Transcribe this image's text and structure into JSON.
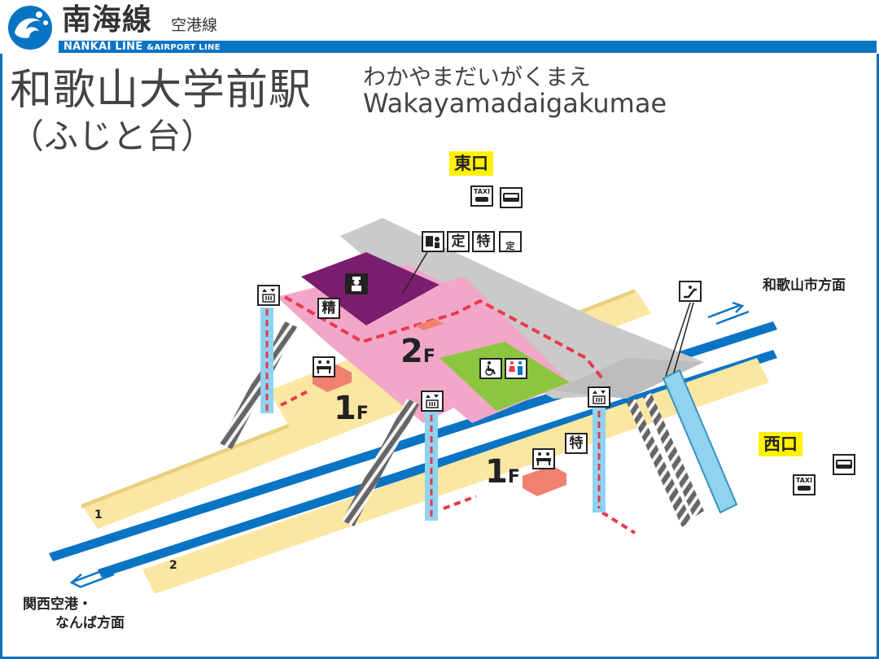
{
  "header": {
    "line_name": "南海線",
    "line_sub": "空港線",
    "line_en_main": "NANKAI LINE",
    "line_en_small": "&AIRPORT LINE"
  },
  "station": {
    "name_jp": "和歌山大学前駅",
    "name_sub": "（ふじと台）",
    "name_kana": "わかやまだいがくまえ",
    "name_en": "Wakayamadaigakumae"
  },
  "exits": {
    "east": "東口",
    "west": "西口"
  },
  "directions": {
    "wakayama": "和歌山市方面",
    "kansai_line1": "関西空港・",
    "kansai_line2": "なんば方面"
  },
  "floors": {
    "upper": "2",
    "lower_left": "1",
    "lower_right": "1",
    "suffix": "F"
  },
  "tracks": [
    "1",
    "2"
  ],
  "icons": {
    "taxi_label": "TAXI",
    "teiki": "定",
    "tokkyu": "特",
    "seisan": "精",
    "teiki_small": "定",
    "tokkyu_platform": "特"
  },
  "colors": {
    "brand_blue": "#0a74c4",
    "platform": "#fbe7a1",
    "concourse": "#c8c8c8",
    "pink": "#f2a7c8",
    "purple": "#7b1d6e",
    "green": "#8cc63f",
    "stairs": "#555555",
    "elevator": "#8fd3f0",
    "exit_label": "#fff200",
    "route": "#e83a4a"
  }
}
